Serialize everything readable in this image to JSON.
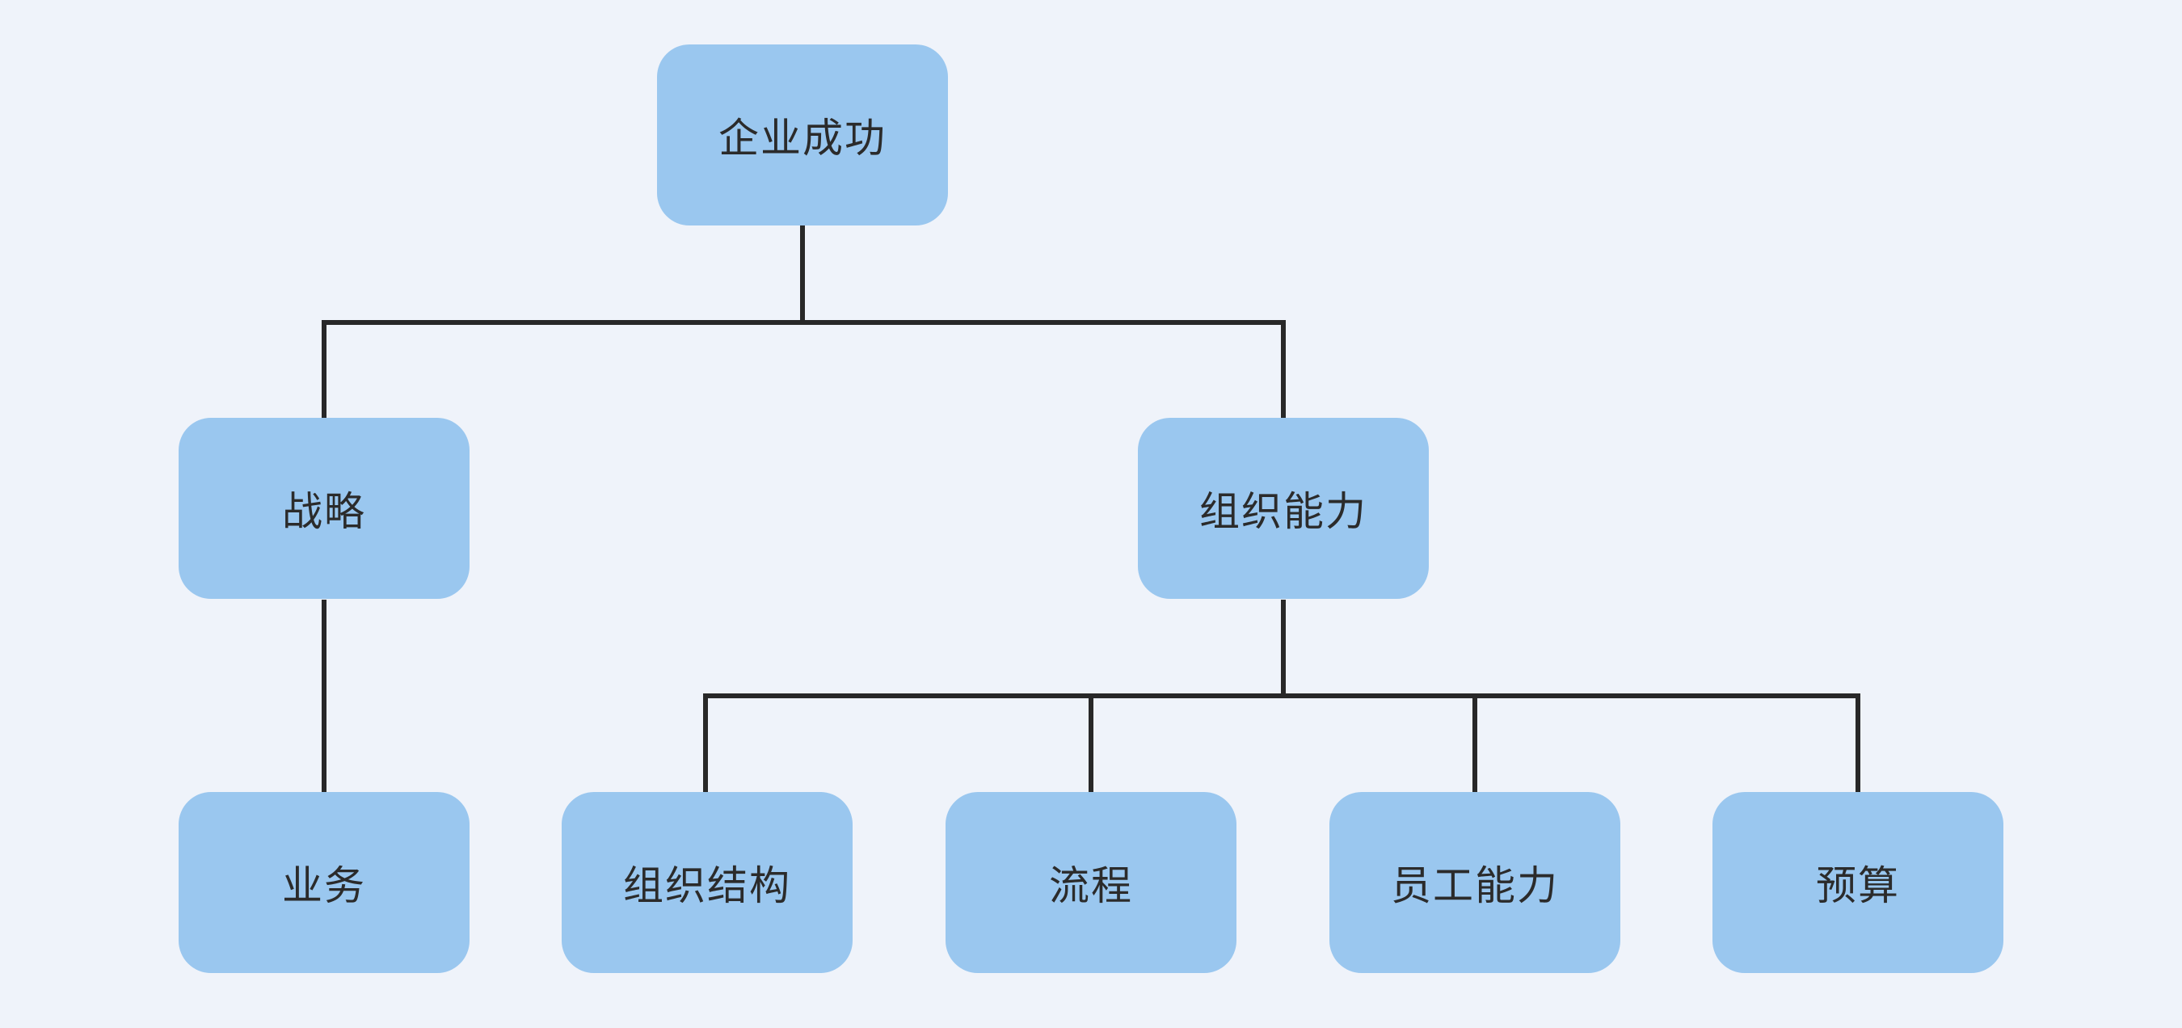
{
  "diagram": {
    "type": "tree",
    "background_color": "#EFF3FA",
    "node_fill_color": "#9AC7EF",
    "node_text_color": "#2B2B2B",
    "connector_color": "#282828",
    "nodes": {
      "root": {
        "label": "企业成功"
      },
      "strategy": {
        "label": "战略"
      },
      "org_capability": {
        "label": "组织能力"
      },
      "business": {
        "label": "业务"
      },
      "org_structure": {
        "label": "组织结构"
      },
      "process": {
        "label": "流程"
      },
      "staff_capability": {
        "label": "员工能力"
      },
      "budget": {
        "label": "预算"
      }
    },
    "edges": [
      {
        "from": "企业成功",
        "to": "战略"
      },
      {
        "from": "企业成功",
        "to": "组织能力"
      },
      {
        "from": "战略",
        "to": "业务"
      },
      {
        "from": "组织能力",
        "to": "组织结构"
      },
      {
        "from": "组织能力",
        "to": "流程"
      },
      {
        "from": "组织能力",
        "to": "员工能力"
      },
      {
        "from": "组织能力",
        "to": "预算"
      }
    ]
  }
}
